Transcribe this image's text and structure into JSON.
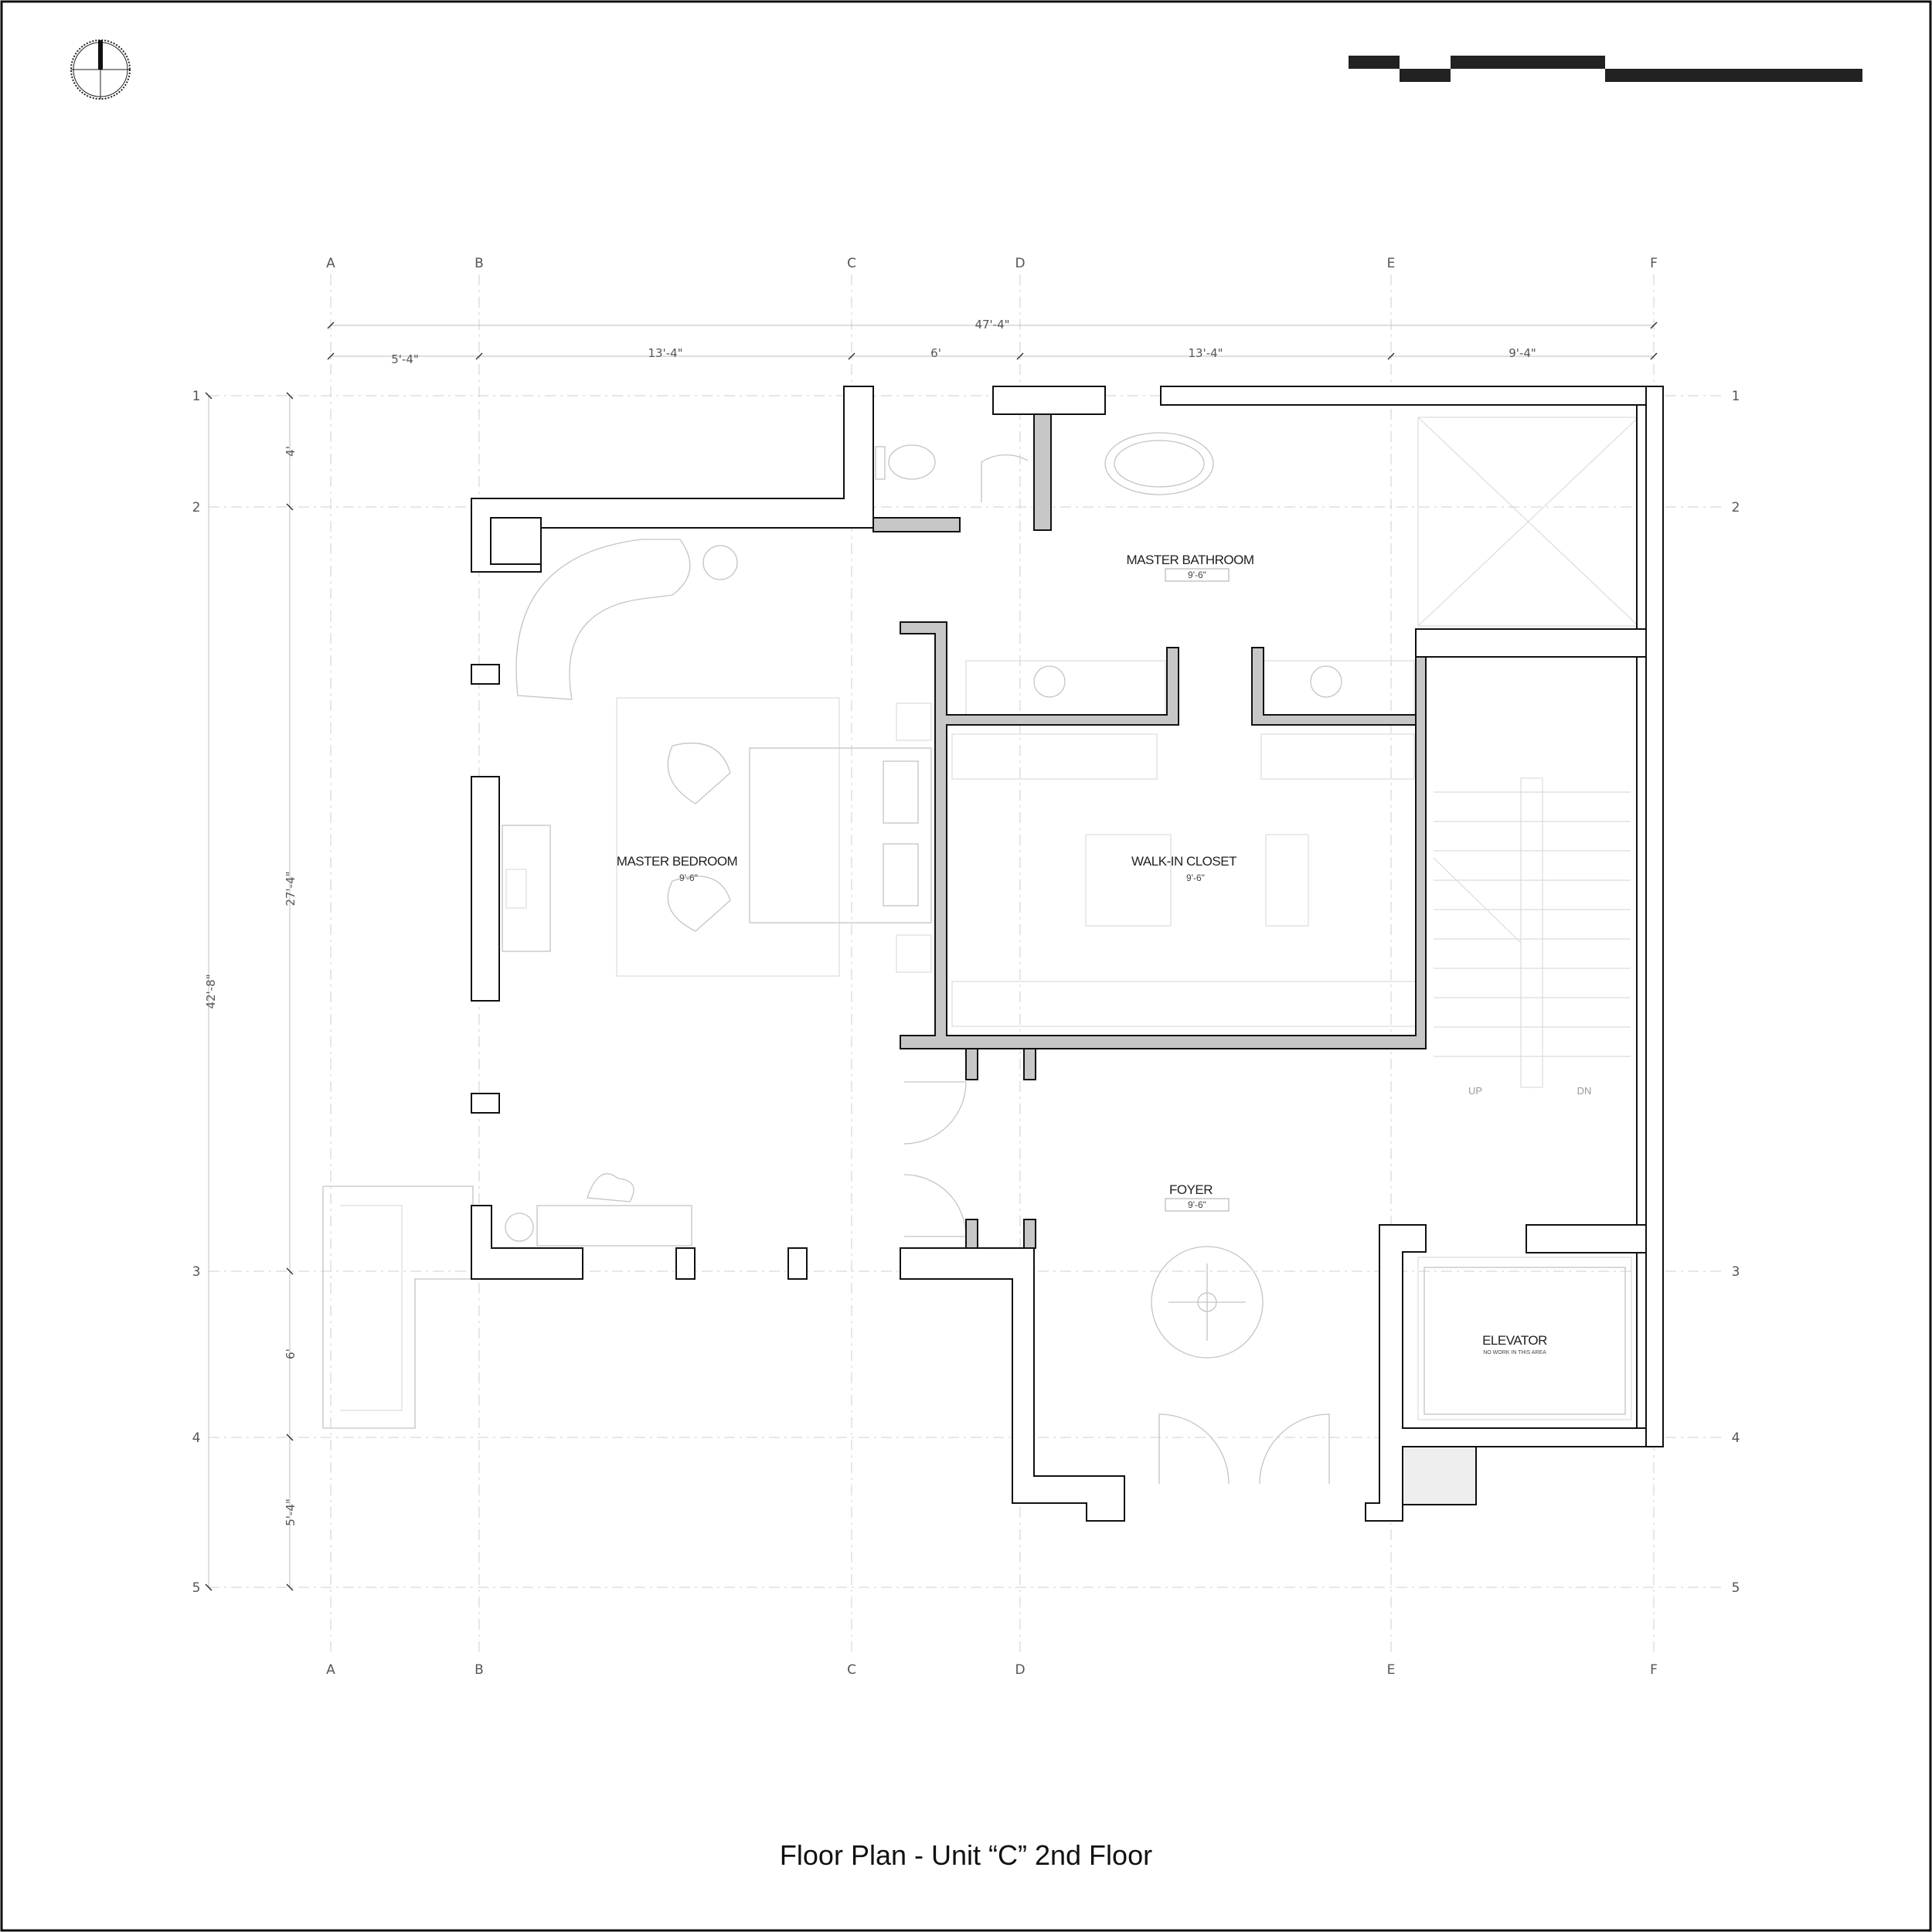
{
  "title": "Floor Plan - Unit “C” 2nd Floor",
  "grid": {
    "columns": [
      "A",
      "B",
      "C",
      "D",
      "E",
      "F"
    ],
    "rows": [
      "1",
      "2",
      "3",
      "4",
      "5"
    ]
  },
  "dimensions": {
    "top_overall": "47'-4\"",
    "top": [
      "5'-4\"",
      "13'-4\"",
      "6'",
      "13'-4\"",
      "9'-4\""
    ],
    "left_overall": "42'-8\"",
    "left": [
      "4'",
      "27'-4\"",
      "6'",
      "5'-4\""
    ]
  },
  "rooms": [
    {
      "name": "MASTER BATHROOM",
      "dim": "9'-6\""
    },
    {
      "name": "MASTER BEDROOM",
      "dim": "9'-6\""
    },
    {
      "name": "WALK-IN CLOSET",
      "dim": "9'-6\""
    },
    {
      "name": "FOYER",
      "dim": "9'-6\""
    }
  ],
  "elevator": {
    "name": "ELEVATOR",
    "note": "NO WORK IN THIS AREA"
  },
  "stairs": {
    "up": "UP",
    "down": "DN"
  }
}
